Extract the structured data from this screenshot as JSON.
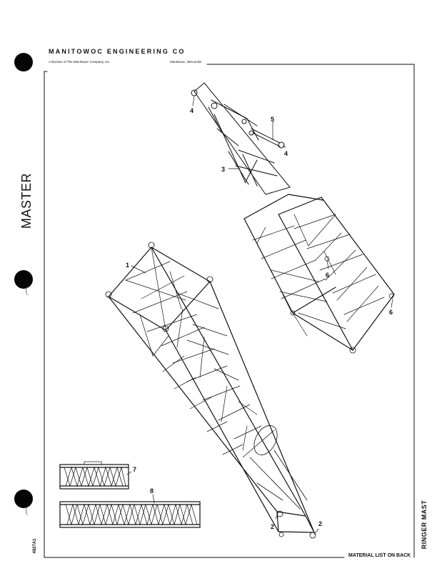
{
  "header": {
    "company": "MANITOWOC ENGINEERING CO",
    "division": "A Division of The Manitowoc Company, Inc.",
    "city": "Manitowoc, Wisconsin"
  },
  "side_label": "MASTER",
  "page_title": "RINGER MAST",
  "doc_number": "4927A1",
  "footer": {
    "material_note": "MATERIAL LIST ON BACK"
  },
  "callouts": [
    "1",
    "2",
    "2",
    "3",
    "4",
    "4",
    "5",
    "6",
    "6",
    "7",
    "8"
  ],
  "colors": {
    "ink": "#111111",
    "paper": "#ffffff"
  }
}
